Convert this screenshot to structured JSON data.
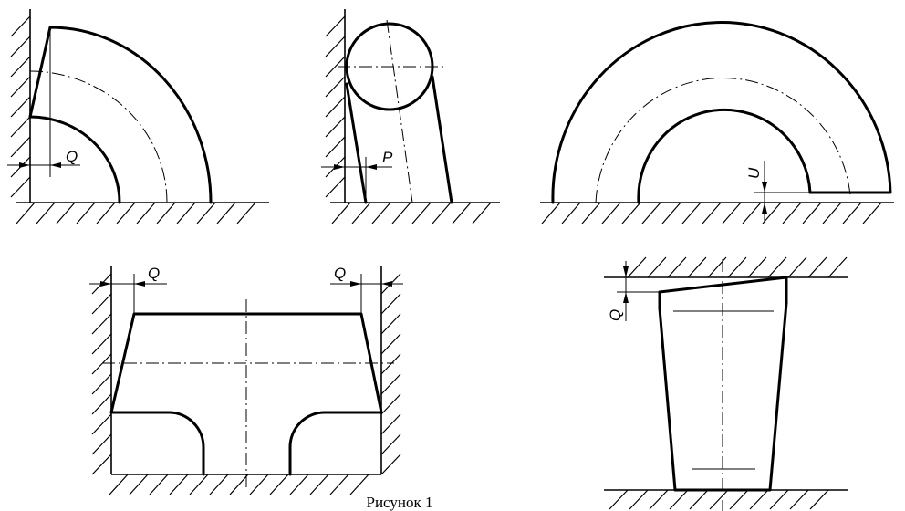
{
  "labels": {
    "q1": "Q",
    "p": "P",
    "u": "U",
    "q_left": "Q",
    "q_right": "Q",
    "q_vertical": "Q"
  },
  "caption": "Рисунок 1"
}
